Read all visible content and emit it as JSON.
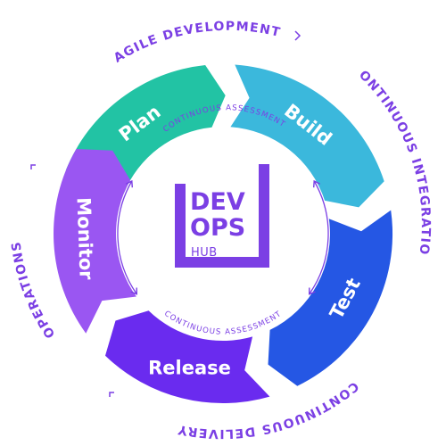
{
  "colors": {
    "plan": "#22c3a4",
    "build": "#3bb8dc",
    "test": "#2557e4",
    "release": "#6a2bef",
    "monitor": "#9a56f2",
    "accent": "#7b3fe4",
    "background": "#ffffff"
  },
  "segments": [
    {
      "label": "Plan",
      "color": "#22c3a4"
    },
    {
      "label": "Build",
      "color": "#3bb8dc"
    },
    {
      "label": "Test",
      "color": "#2557e4"
    },
    {
      "label": "Release",
      "color": "#6a2bef"
    },
    {
      "label": "Monitor",
      "color": "#9a56f2"
    }
  ],
  "outer_labels": {
    "agile": "AGILE DEVELOPMENT",
    "integration": "CONTINUOUS INTEGRATION",
    "delivery": "CONTINUOUS DELIVERY",
    "operations": "OPERATIONS"
  },
  "inner_labels": {
    "top": "CONTINUOUS ASSESSMENT",
    "bottom": "CONTINUOUS ASSESSMENT"
  },
  "logo": {
    "line1": "DEV",
    "line2": "OPS",
    "line3": "HUB"
  }
}
